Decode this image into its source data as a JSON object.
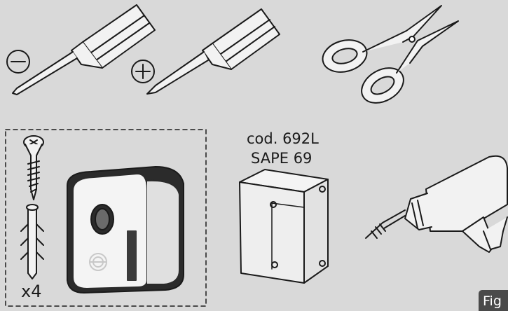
{
  "labels": {
    "box_code": "cod. 692L",
    "box_model": "SAPE 69",
    "quantity": "x4",
    "figure_tab": "Fig"
  },
  "symbols": {
    "flat_screwdriver": "minus-sign",
    "phillips_screwdriver": "plus-sign"
  },
  "colors": {
    "background": "#d9d9d9",
    "line": "#1a1a1a",
    "figure_tab": "#4a4a4a"
  }
}
